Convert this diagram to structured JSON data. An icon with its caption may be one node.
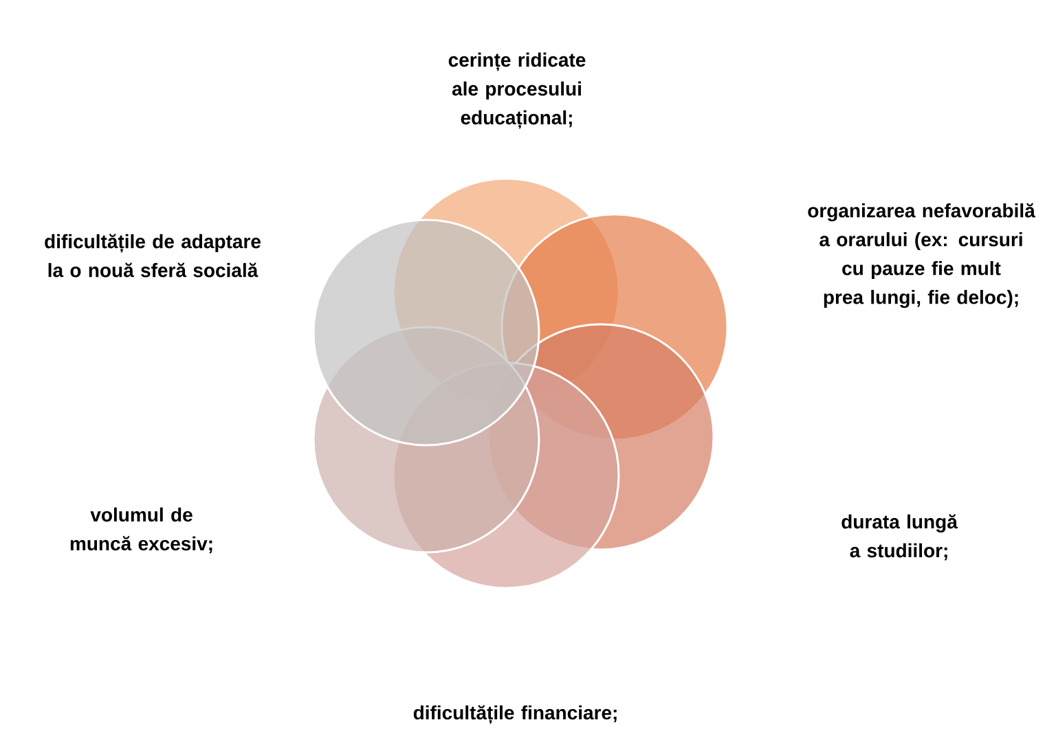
{
  "diagram": {
    "nodes": [
      {
        "text": [],
        "shape": "circle"
      },
      {
        "text": [],
        "shape": "circle"
      },
      {
        "text": [],
        "shape": "circle"
      },
      {
        "text": [],
        "shape": "circle"
      },
      {
        "text": [],
        "shape": "circle"
      },
      {
        "text": [],
        "shape": "circle"
      }
    ],
    "labels": [
      "cerințe ridicate ale procesului educațional;",
      "dificultățile de adaptare la o nouă sferă socială",
      "organizarea nefavorabilă a orarului (ex: cursuri cu pauze fie mult prea lungi, fie deloc);",
      "volumul de muncă excesiv;",
      "durata lungă a studiilor;",
      "dificultățile financiare;"
    ]
  }
}
